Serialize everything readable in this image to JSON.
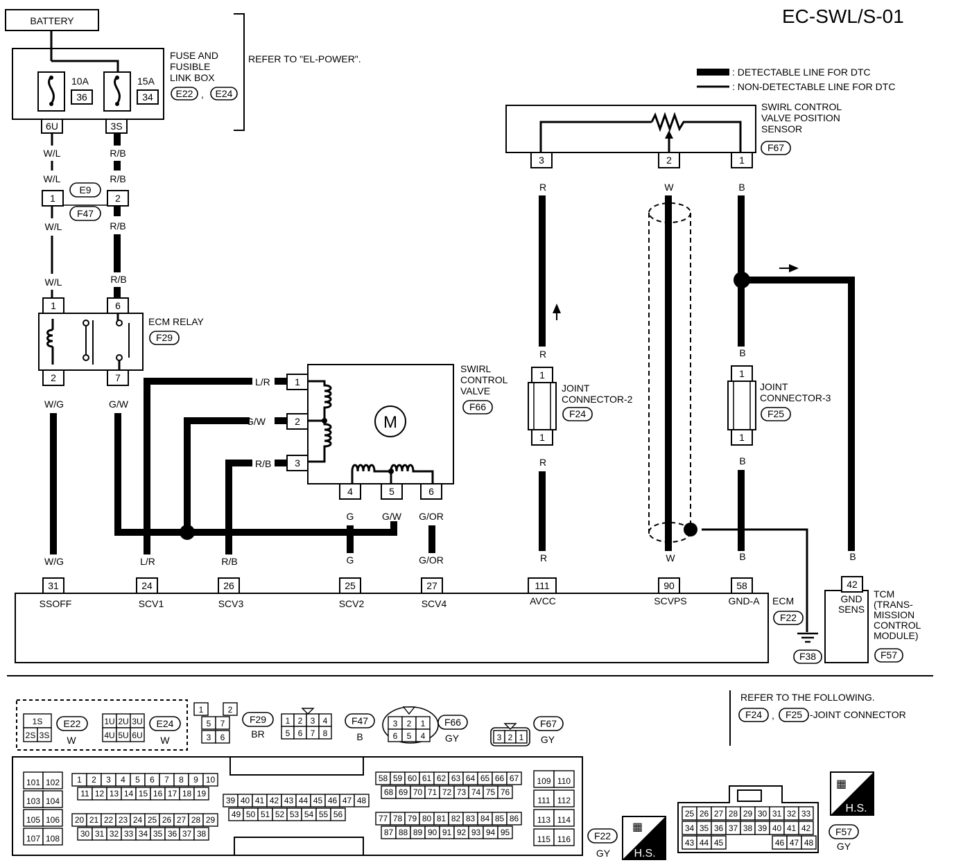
{
  "title": "EC-SWL/S-01",
  "legend": {
    "detectable": ": DETECTABLE LINE FOR DTC",
    "non_detectable": ": NON-DETECTABLE LINE FOR DTC"
  },
  "battery": "BATTERY",
  "fuse_box": {
    "name": [
      "FUSE AND",
      "FUSIBLE",
      "LINK BOX"
    ],
    "connectors": [
      "E22",
      "E24"
    ],
    "fuses": [
      {
        "rating": "10A",
        "number": "36"
      },
      {
        "rating": "15A",
        "number": "34"
      }
    ],
    "terminals": [
      "6U",
      "3S"
    ],
    "refer": "REFER TO \"EL-POWER\"."
  },
  "connector_e9_f47": {
    "codes": [
      "E9",
      "F47"
    ],
    "pins": [
      "1",
      "2"
    ]
  },
  "ecm_relay": {
    "name": "ECM RELAY",
    "code": "F29",
    "pins": [
      "1",
      "6",
      "2",
      "7"
    ]
  },
  "swirl_valve": {
    "name": [
      "SWIRL",
      "CONTROL",
      "VALVE"
    ],
    "code": "F66",
    "motor": "M",
    "pins": [
      "1",
      "2",
      "3",
      "4",
      "5",
      "6"
    ]
  },
  "position_sensor": {
    "name": [
      "SWIRL CONTROL",
      "VALVE POSITION",
      "SENSOR"
    ],
    "code": "F67",
    "pins": [
      "3",
      "2",
      "1"
    ]
  },
  "joint2": {
    "name": [
      "JOINT",
      "CONNECTOR-2"
    ],
    "code": "F24",
    "pins": [
      "1",
      "1"
    ]
  },
  "joint3": {
    "name": [
      "JOINT",
      "CONNECTOR-3"
    ],
    "code": "F25",
    "pins": [
      "1",
      "1"
    ]
  },
  "wires": {
    "wl": "W/L",
    "rb": "R/B",
    "wg": "W/G",
    "gw": "G/W",
    "lr": "L/R",
    "g": "G",
    "gor": "G/OR",
    "r": "R",
    "w": "W",
    "b": "B"
  },
  "ecm": {
    "name": "ECM",
    "code": "F22",
    "terminals": [
      {
        "pin": "31",
        "name": "SSOFF"
      },
      {
        "pin": "24",
        "name": "SCV1"
      },
      {
        "pin": "26",
        "name": "SCV3"
      },
      {
        "pin": "25",
        "name": "SCV2"
      },
      {
        "pin": "27",
        "name": "SCV4"
      },
      {
        "pin": "111",
        "name": "AVCC"
      },
      {
        "pin": "90",
        "name": "SCVPS"
      },
      {
        "pin": "58",
        "name": "GND-A"
      }
    ]
  },
  "ground": "F38",
  "tcm": {
    "pin": "42",
    "term": [
      "GND",
      "SENS"
    ],
    "name": [
      "TCM",
      "(TRANS-",
      "MISSION",
      "CONTROL",
      "MODULE)"
    ],
    "code": "F57"
  },
  "refer_bottom": {
    "line1": "REFER TO THE FOLLOWING.",
    "codes": [
      "F24",
      "F25"
    ],
    "suffix": "-JOINT CONNECTOR"
  },
  "connector_views": {
    "e22": {
      "code": "E22",
      "color": "W",
      "pins": [
        "1S",
        "2S",
        "3S"
      ]
    },
    "e24": {
      "code": "E24",
      "color": "W",
      "pins": [
        "1U",
        "2U",
        "3U",
        "4U",
        "5U",
        "6U"
      ]
    },
    "f29": {
      "code": "F29",
      "color": "BR",
      "pins": [
        "1",
        "2",
        "5",
        "7",
        "3",
        "6"
      ]
    },
    "f47": {
      "code": "F47",
      "color": "B",
      "pins": [
        "1",
        "2",
        "3",
        "4",
        "5",
        "6",
        "7",
        "8"
      ]
    },
    "f66": {
      "code": "F66",
      "color": "GY",
      "pins": [
        "3",
        "2",
        "1",
        "6",
        "5",
        "4"
      ]
    },
    "f67": {
      "code": "F67",
      "color": "GY",
      "pins": [
        "3",
        "2",
        "1"
      ]
    },
    "f22": {
      "code": "F22",
      "color": "GY",
      "hs": "H.S."
    },
    "f57": {
      "code": "F57",
      "color": "GY",
      "hs": "H.S."
    }
  }
}
